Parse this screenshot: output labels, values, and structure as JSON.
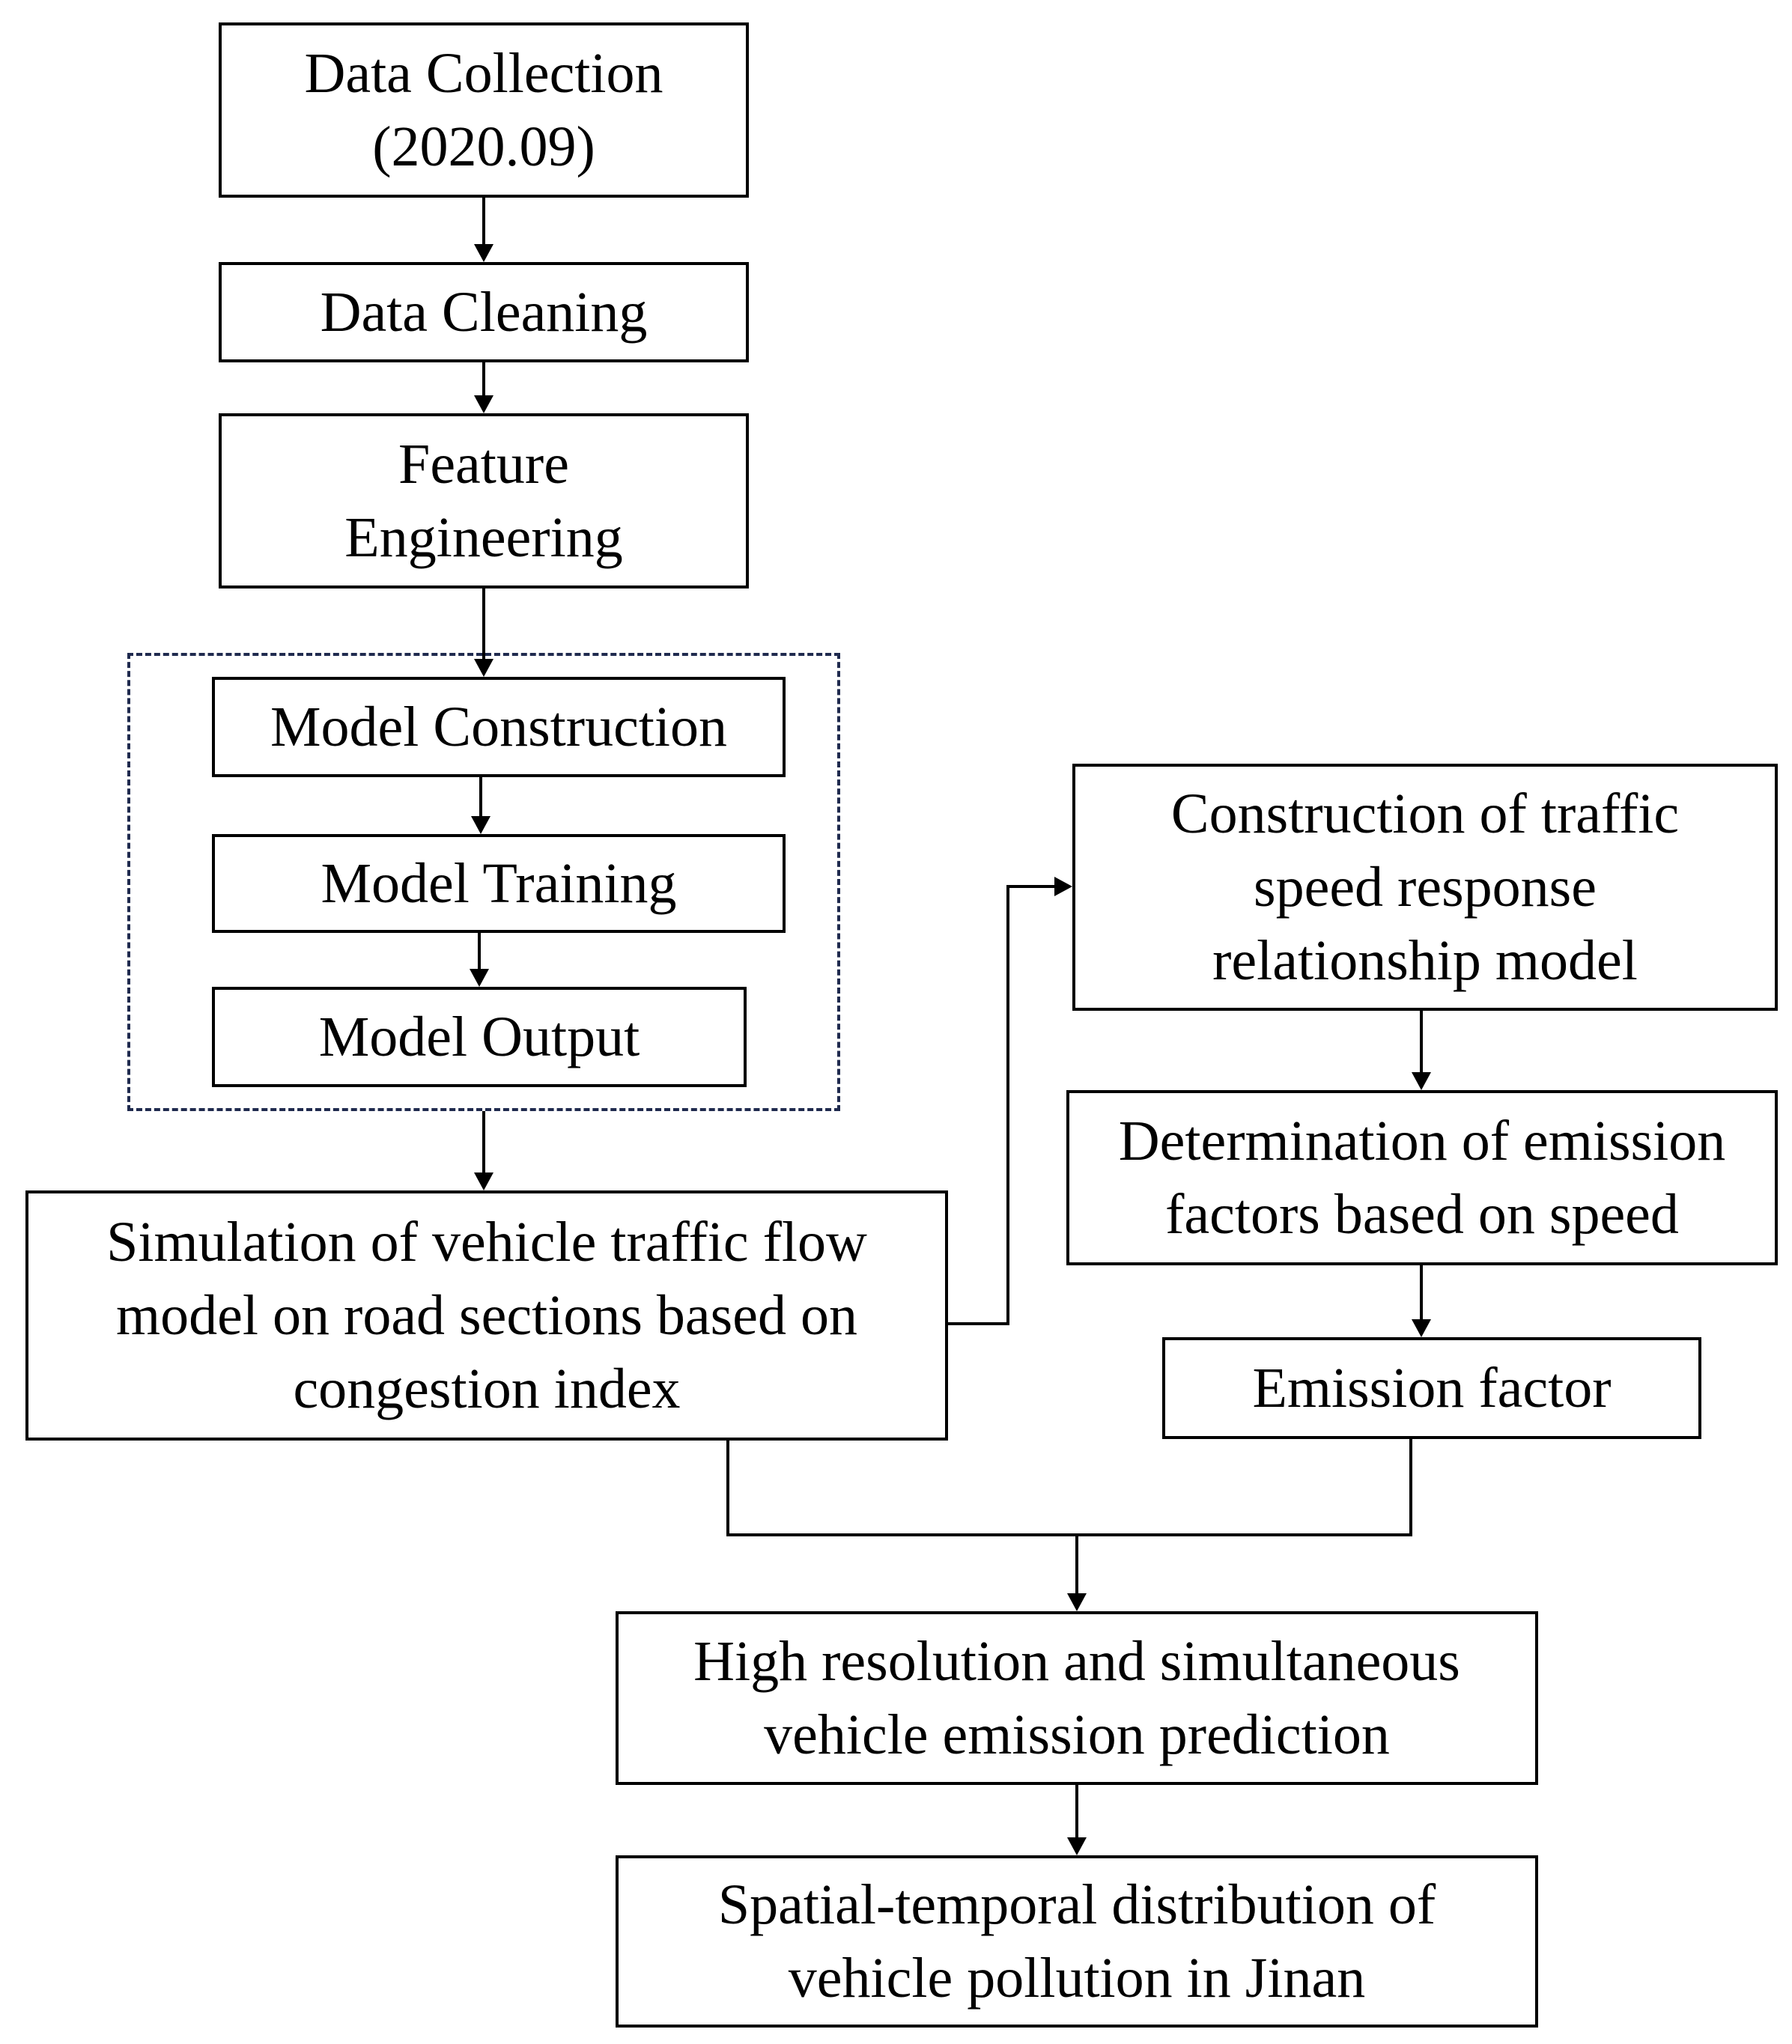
{
  "nodes": {
    "data_collection": [
      "Data Collection",
      "(2020.09)"
    ],
    "data_cleaning": [
      "Data Cleaning"
    ],
    "feature_engineering": [
      "Feature",
      "Engineering"
    ],
    "model_construction": [
      "Model Construction"
    ],
    "model_training": [
      "Model Training"
    ],
    "model_output": [
      "Model Output"
    ],
    "simulation": [
      "Simulation of vehicle traffic flow",
      "model on road sections based on",
      "congestion index"
    ],
    "speed_response": [
      "Construction of traffic",
      "speed response",
      "relationship model"
    ],
    "emission_determination": [
      "Determination of emission",
      "factors based on speed"
    ],
    "emission_factor": [
      "Emission factor"
    ],
    "prediction": [
      "High resolution and simultaneous",
      "vehicle emission prediction"
    ],
    "distribution": [
      "Spatial-temporal distribution of",
      "vehicle pollution in Jinan"
    ]
  },
  "edges": [
    [
      "data_collection",
      "data_cleaning"
    ],
    [
      "data_cleaning",
      "feature_engineering"
    ],
    [
      "feature_engineering",
      "model_construction"
    ],
    [
      "model_construction",
      "model_training"
    ],
    [
      "model_training",
      "model_output"
    ],
    [
      "model_output",
      "simulation"
    ],
    [
      "simulation",
      "speed_response"
    ],
    [
      "speed_response",
      "emission_determination"
    ],
    [
      "emission_determination",
      "emission_factor"
    ],
    [
      "simulation",
      "prediction"
    ],
    [
      "emission_factor",
      "prediction"
    ],
    [
      "prediction",
      "distribution"
    ]
  ],
  "colors": {
    "stroke": "#000000",
    "dashed_group": "#1f2a4e"
  }
}
